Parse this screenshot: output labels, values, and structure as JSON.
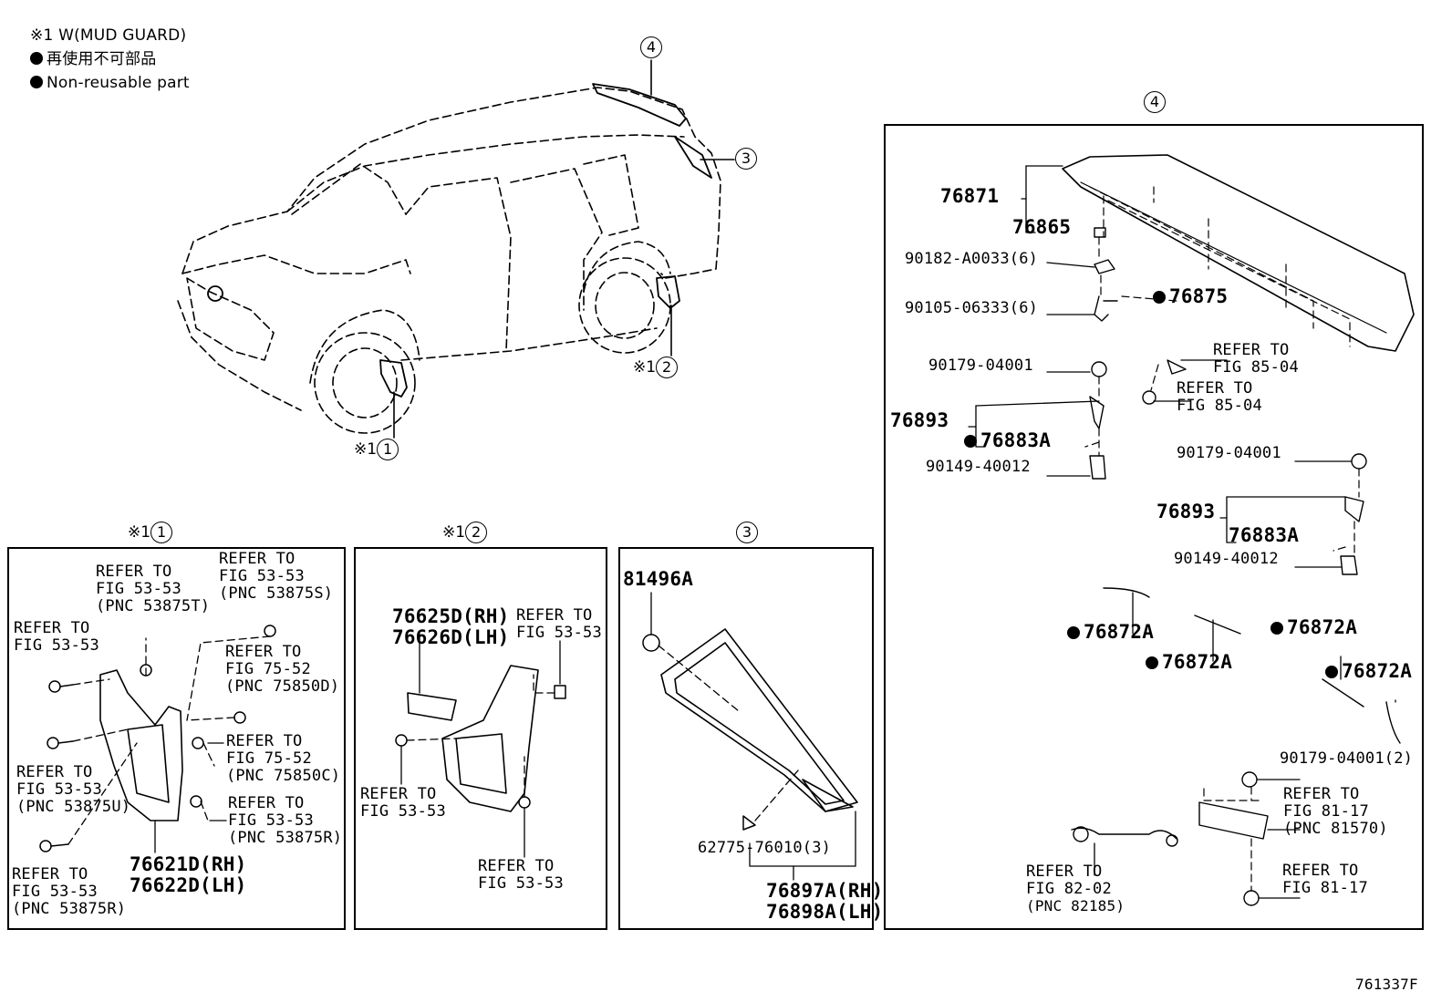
{
  "legend": {
    "mudguard_note": "※1 W(MUD GUARD)",
    "jp_nonreusable": "再使用不可部品",
    "en_nonreusable": "Non-reusable part"
  },
  "overview": {
    "callout_4": "4",
    "callout_3": "3",
    "callout_2_mark": "※1",
    "callout_2": "2",
    "callout_1_mark": "※1",
    "callout_1": "1"
  },
  "panel1": {
    "header_mark": "※1",
    "header_num": "1",
    "refer_to": "REFER TO",
    "fig_53_53": "FIG 53-53",
    "fig_75_52": "FIG 75-52",
    "pnc_53875T": "(PNC 53875T)",
    "pnc_53875S": "(PNC 53875S)",
    "pnc_75850D": "(PNC 75850D)",
    "pnc_75850C": "(PNC 75850C)",
    "pnc_53875U": "(PNC 53875U)",
    "pnc_53875R": "(PNC 53875R)",
    "part_rh": "76621D(RH)",
    "part_lh": "76622D(LH)"
  },
  "panel2": {
    "header_mark": "※1",
    "header_num": "2",
    "part_rh": "76625D(RH)",
    "part_lh": "76626D(LH)",
    "refer_to": "REFER TO",
    "fig_53_53": "FIG 53-53"
  },
  "panel3": {
    "header_num": "3",
    "p81496A": "81496A",
    "p62775": "62775-76010(3)",
    "part_rh": "76897A(RH)",
    "part_lh": "76898A(LH)"
  },
  "panel4": {
    "header_num": "4",
    "p76871": "76871",
    "p76865": "76865",
    "p90182": "90182-A0033(6)",
    "p90105": "90105-06333(6)",
    "p76875": "76875",
    "refer_to": "REFER TO",
    "fig_85_04": "FIG 85-04",
    "p90179": "90179-04001",
    "p76893": "76893",
    "p76883A": "76883A",
    "p90149": "90149-40012",
    "p76872A": "76872A",
    "p90179x2": "90179-04001(2)",
    "fig_81_17": "FIG 81-17",
    "pnc_81570": "(PNC 81570)",
    "fig_82_02": "FIG 82-02",
    "pnc_82185": "(PNC 82185)"
  },
  "footer": {
    "code": "761337F"
  }
}
